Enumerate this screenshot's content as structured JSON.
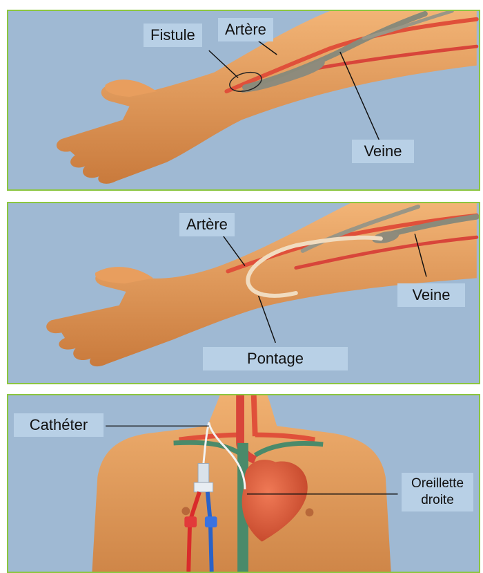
{
  "panels": [
    {
      "labels": {
        "fistule": "Fistule",
        "artere": "Artère",
        "veine": "Veine"
      }
    },
    {
      "labels": {
        "artere": "Artère",
        "veine": "Veine",
        "pontage": "Pontage"
      }
    },
    {
      "labels": {
        "catheter": "Cathéter",
        "oreillette_line1": "Oreillette",
        "oreillette_line2": "droite"
      }
    }
  ],
  "colors": {
    "panel_border": "#8cc63f",
    "background": "#9fb9d3",
    "label_box": "#b8d0e6",
    "skin": "#e8a060",
    "artery": "#e0503a",
    "vein": "#8a8a7a",
    "graft": "#f1dcc0"
  }
}
